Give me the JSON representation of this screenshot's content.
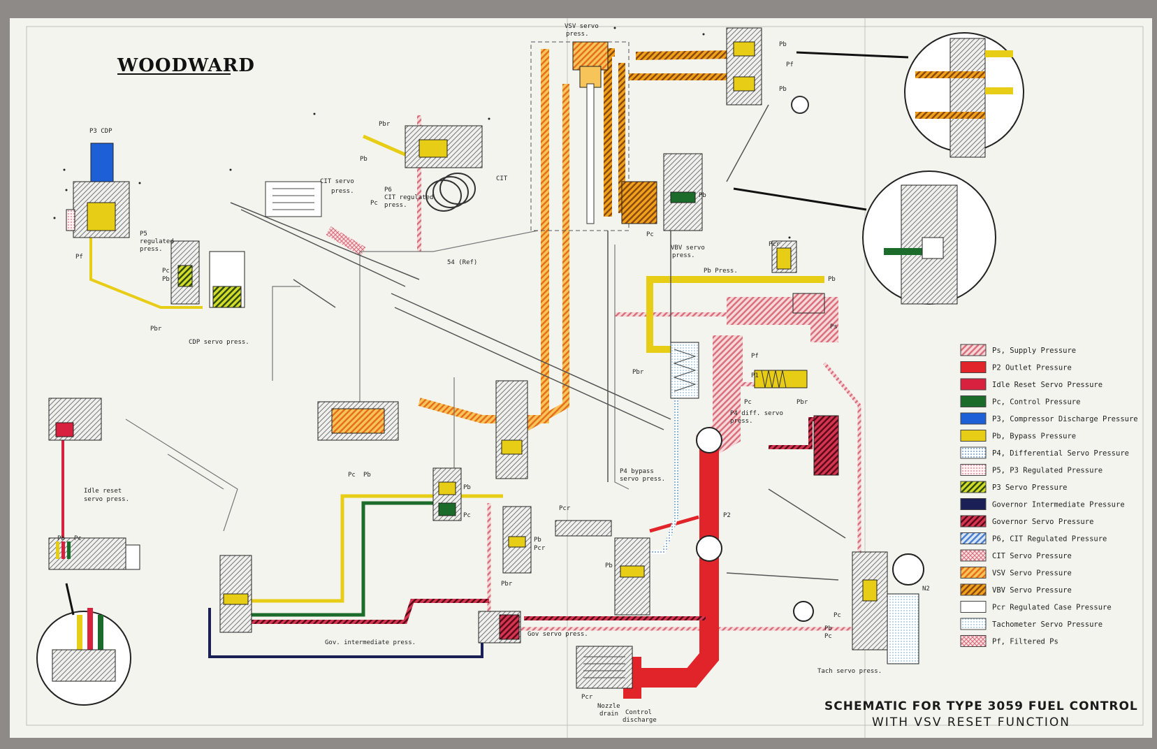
{
  "brand": {
    "logo_text": "WOODWARD"
  },
  "title": {
    "line1": "SCHEMATIC FOR TYPE 3059 FUEL CONTROL",
    "line2": "WITH VSV RESET FUNCTION"
  },
  "legend": [
    {
      "label": "Ps, Supply Pressure",
      "color": "#e8a3a8",
      "pattern": "hatch"
    },
    {
      "label": "P2 Outlet Pressure",
      "color": "#e0242a",
      "pattern": "solid"
    },
    {
      "label": "Idle Reset Servo Pressure",
      "color": "#d8203f",
      "pattern": "solid"
    },
    {
      "label": "Pc, Control Pressure",
      "color": "#1b6b2a",
      "pattern": "solid"
    },
    {
      "label": "P3, Compressor Discharge Pressure",
      "color": "#1d5fd6",
      "pattern": "solid"
    },
    {
      "label": "Pb, Bypass Pressure",
      "color": "#e8cd16",
      "pattern": "solid"
    },
    {
      "label": "P4, Differential Servo Pressure",
      "color": "#9cc3e4",
      "pattern": "dots"
    },
    {
      "label": "P5, P3 Regulated Pressure",
      "color": "#f2b7c2",
      "pattern": "dots"
    },
    {
      "label": "P3 Servo Pressure",
      "color": "#b5c41b",
      "pattern": "hatch-dark"
    },
    {
      "label": "Governor Intermediate Pressure",
      "color": "#1a1f55",
      "pattern": "solid"
    },
    {
      "label": "Governor Servo Pressure",
      "color": "#b81d3a",
      "pattern": "hatch-dark"
    },
    {
      "label": "P6, CIT Regulated Pressure",
      "color": "#5d8fd6",
      "pattern": "hatch"
    },
    {
      "label": "CIT Servo Pressure",
      "color": "#e8a3a8",
      "pattern": "cross"
    },
    {
      "label": "VSV Servo Pressure",
      "color": "#f3a21c",
      "pattern": "hatch"
    },
    {
      "label": "VBV Servo Pressure",
      "color": "#f0a51a",
      "pattern": "hatch-dark"
    },
    {
      "label": "Pcr Regulated Case Pressure",
      "color": "#ffffff",
      "pattern": "outline"
    },
    {
      "label": "Tachometer Servo Pressure",
      "color": "#b9d7ec",
      "pattern": "dots"
    },
    {
      "label": "Pf, Filtered Ps",
      "color": "#e8a3a8",
      "pattern": "cross"
    }
  ],
  "labels": {
    "p3cdp": "P3 CDP",
    "p5reg": "P5",
    "p5reg2": "regulated",
    "p5reg3": "press.",
    "cdp_servo": "CDP servo press.",
    "cit_servo": "CIT servo",
    "cit_servo2": "press.",
    "p6cit": "P6",
    "p6cit2": "CIT regulated",
    "p6cit3": "press.",
    "cit": "CIT",
    "vsv_servo": "VSV servo",
    "vsv_servo2": "press.",
    "vbv_servo": "VBV servo",
    "vbv_servo2": "press.",
    "pb_press": "Pb Press.",
    "p4diff": "P4 diff. servo",
    "p4diff2": "press.",
    "p4bypass": "P4 bypass",
    "p4bypass2": "servo press.",
    "idle_reset": "Idle reset",
    "idle_reset2": "servo press.",
    "gov_int": "Gov. intermediate press.",
    "gov_servo": "Gov servo press.",
    "tach_servo": "Tach servo press.",
    "nozzle_drain": "Nozzle",
    "nozzle_drain2": "drain",
    "control_discharge": "Control",
    "control_discharge2": "discharge",
    "ref54": "54 (Ref)",
    "n2": "N2",
    "pb": "Pb",
    "pc": "Pc",
    "pf": "Pf",
    "ps": "Ps",
    "pbr": "Pbr",
    "pcr": "Pcr",
    "p1": "P1",
    "p2": "P2"
  }
}
